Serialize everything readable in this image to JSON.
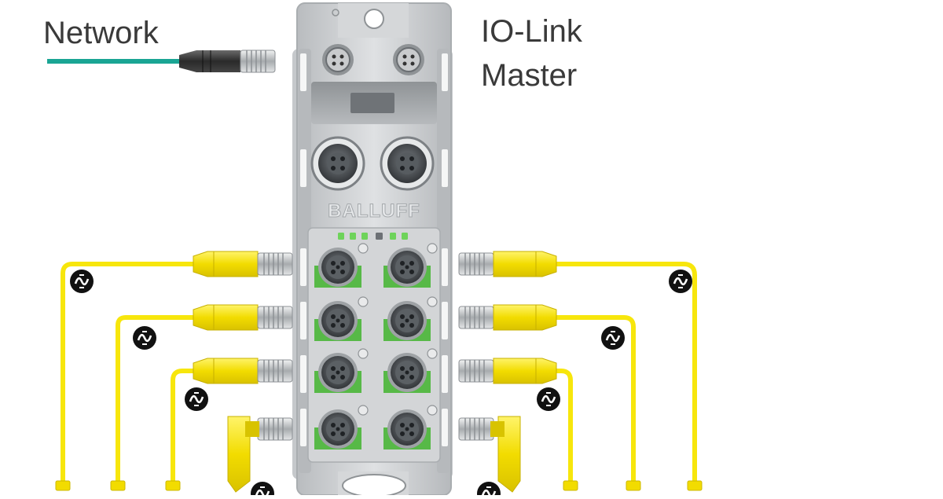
{
  "labels": {
    "network": "Network",
    "master_line1": "IO-Link",
    "master_line2": "Master",
    "brand": "BALLUFF"
  },
  "colors": {
    "network_cable": "#1aa594",
    "sensor_cable": "#f7e60c",
    "status_led": "#6ed35a",
    "port_highlight": "#57b947",
    "housing": "#c9ccce"
  },
  "device": {
    "io_link_ports": 8,
    "status_leds": 6,
    "network_ports": 2,
    "power_ports": 2
  },
  "icons": [
    "io-link-signal-icon"
  ]
}
